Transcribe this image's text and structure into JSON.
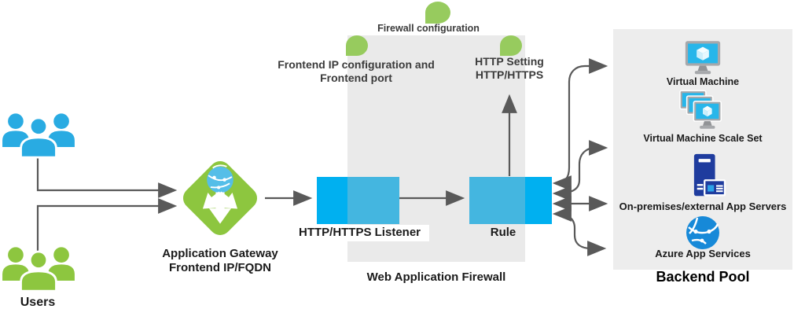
{
  "colors": {
    "user-blue": "#29abe2",
    "green": "#8dc63f",
    "teardrop-green": "#97cb5e",
    "box-blue": "#00b0f0",
    "line-gray": "#595959",
    "navy": "#1f3c9e",
    "azure": "#1789d8",
    "panel-gray": "#ededed"
  },
  "users": {
    "label": "Users"
  },
  "gateway": {
    "label_line1": "Application Gateway",
    "label_line2": "Frontend IP/FQDN"
  },
  "waf": {
    "title": "Web Application Firewall",
    "listener_label": "HTTP/HTTPS Listener",
    "rule_label": "Rule",
    "firewall_config_label": "Firewall configuration",
    "frontend_label_line1": "Frontend IP configuration and",
    "frontend_label_line2": "Frontend port",
    "http_setting_line1": "HTTP Setting",
    "http_setting_line2": "HTTP/HTTPS"
  },
  "backend": {
    "title": "Backend Pool",
    "items": [
      {
        "label": "Virtual Machine",
        "icon": "virtual-machine-icon"
      },
      {
        "label": "Virtual Machine Scale Set",
        "icon": "vm-scale-set-icon"
      },
      {
        "label": "On-premises/external App Servers",
        "icon": "server-icon"
      },
      {
        "label": "Azure App Services",
        "icon": "app-services-globe-icon"
      }
    ]
  }
}
